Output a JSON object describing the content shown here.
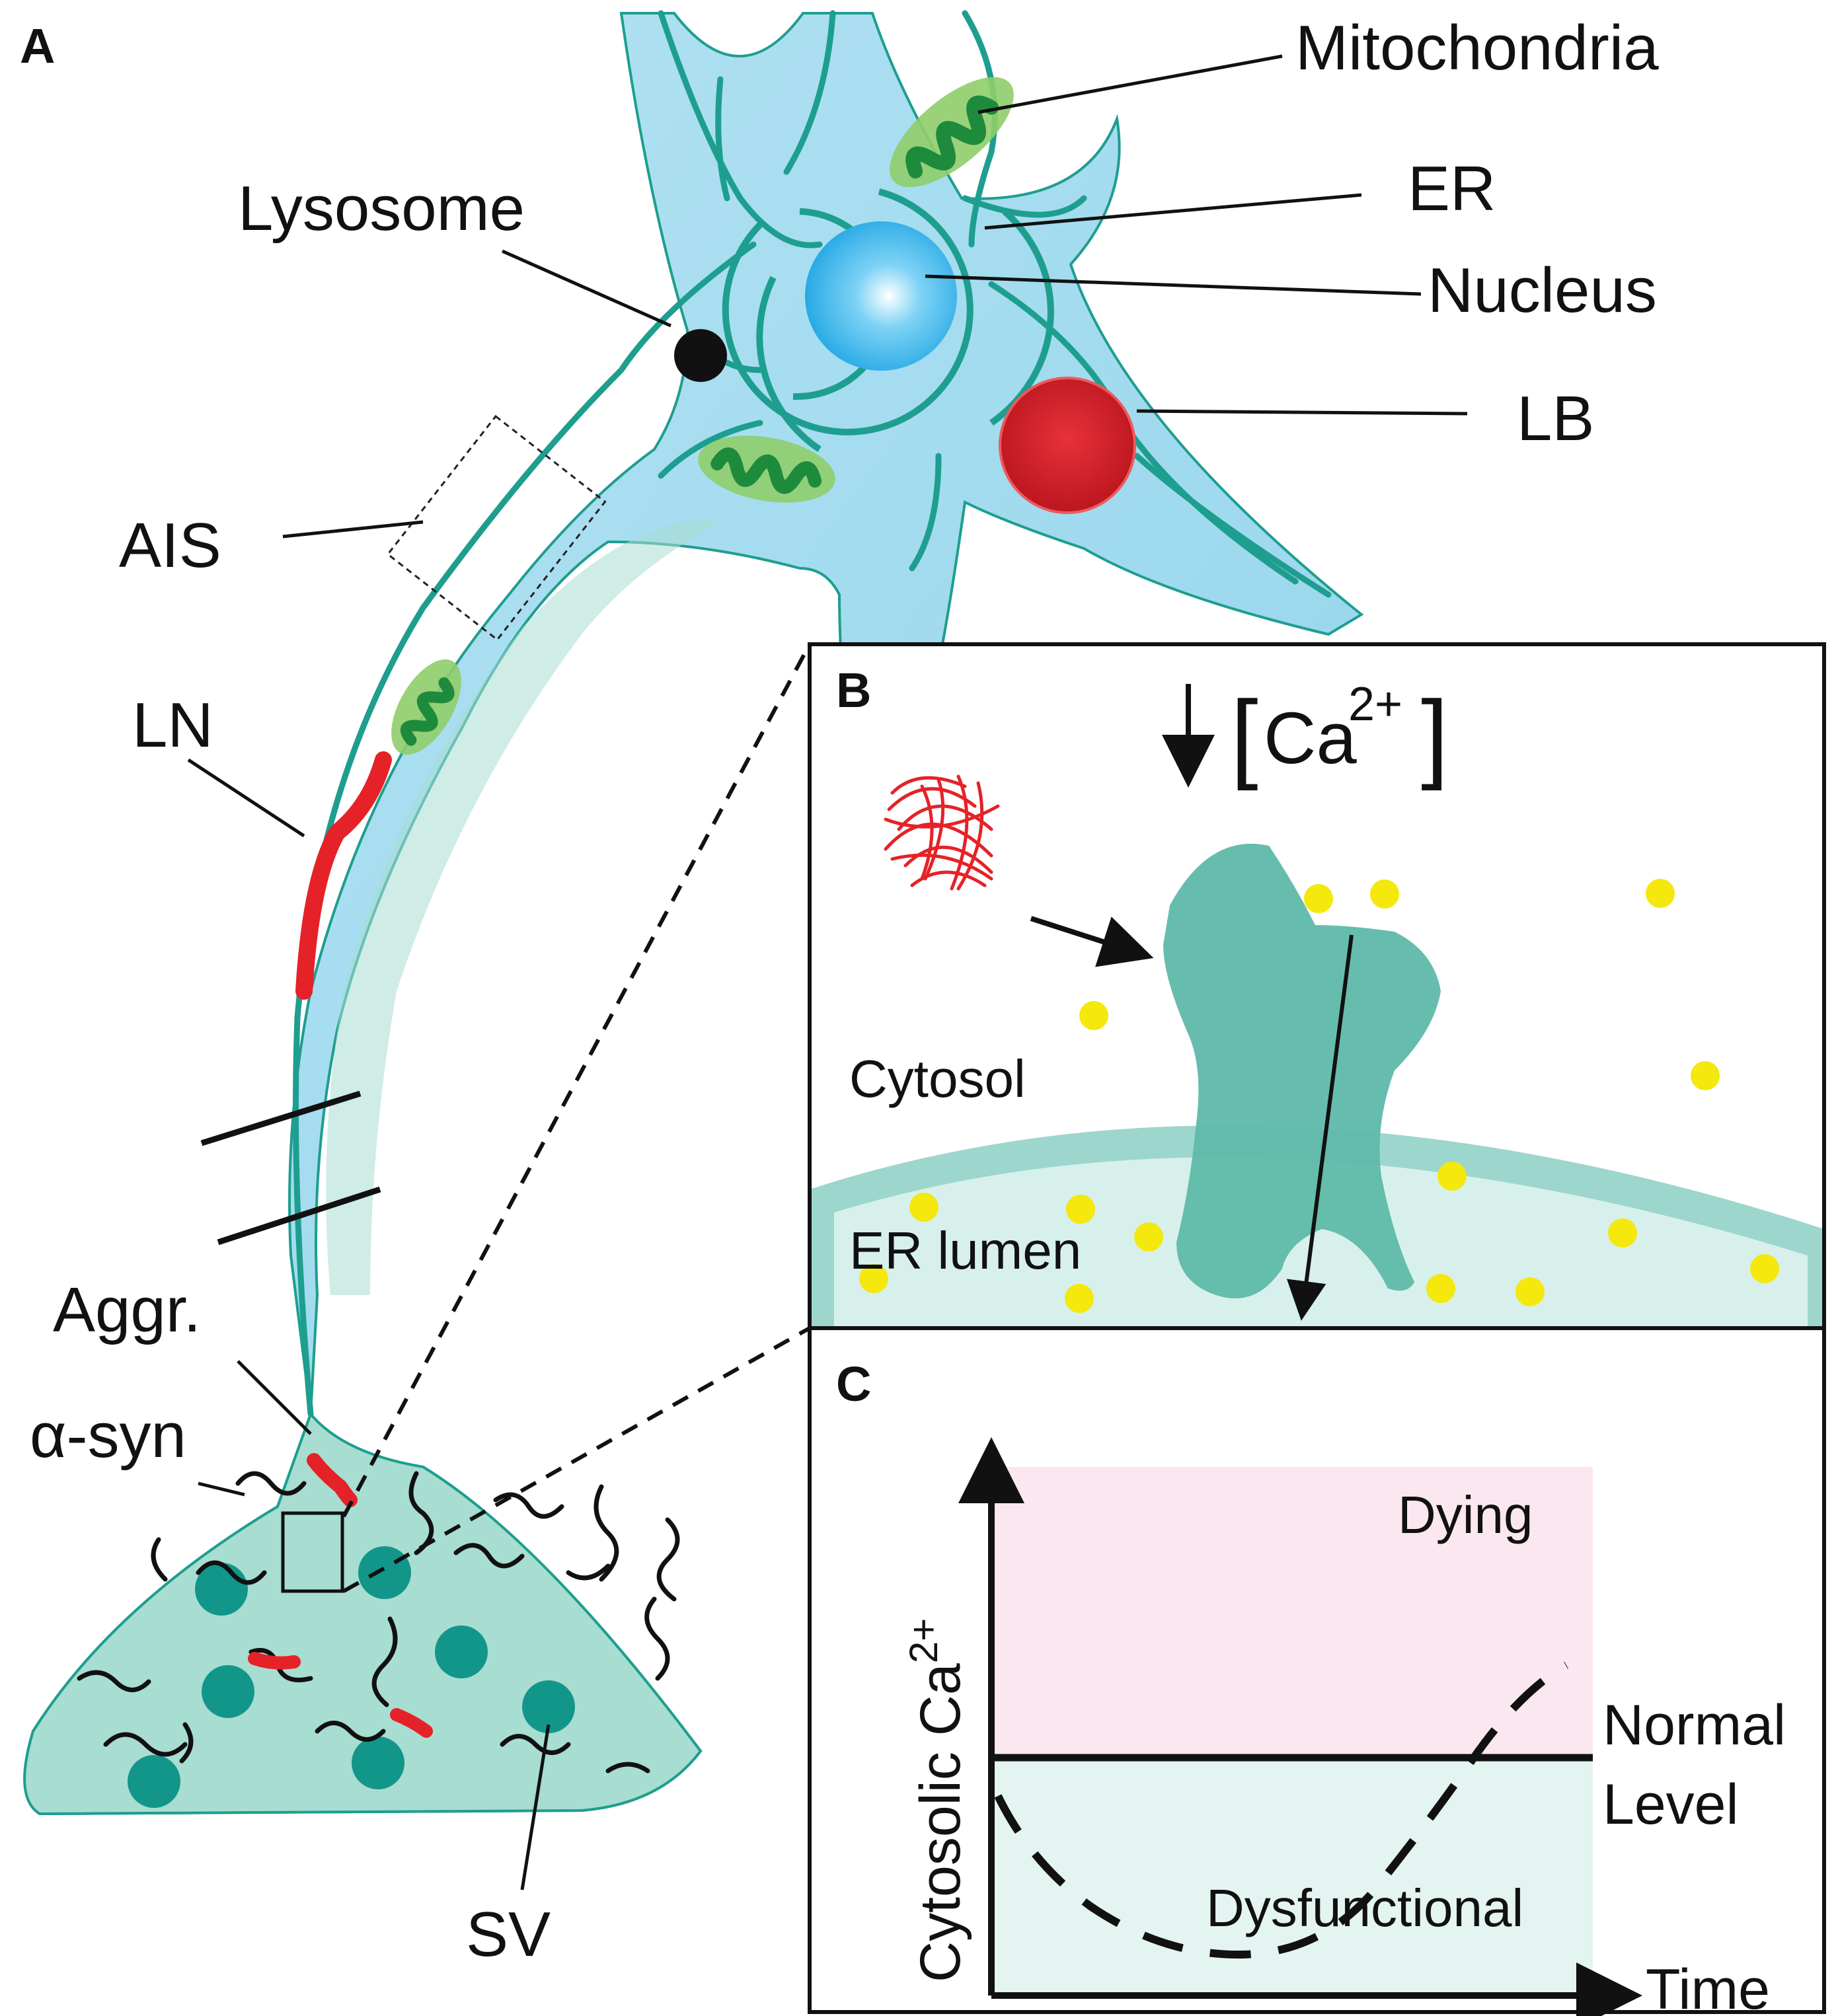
{
  "panels": {
    "a": "A",
    "b": "B",
    "c": "C"
  },
  "labels": {
    "mitochondria": "Mitochondria",
    "er": "ER",
    "nucleus": "Nucleus",
    "lysosome": "Lysosome",
    "lb": "LB",
    "ais": "AIS",
    "ln": "LN",
    "aggr": "Aggr.",
    "asyn": "α-syn",
    "sv": "SV"
  },
  "panel_b": {
    "arrow_glyph": "↓",
    "bracket_open": "[",
    "ca": "Ca",
    "ca_charge": "2+",
    "bracket_close": "]",
    "cytosol": "Cytosol",
    "er_lumen": "ER lumen"
  },
  "panel_c": {
    "y_label": "Cytosolic Ca",
    "y_label_sup": "2+",
    "x_label": "Time",
    "zone_dying": "Dying",
    "zone_dysfunctional": "Dysfunctional",
    "normal_line_1": "Normal",
    "normal_line_2": "Level",
    "colors": {
      "dying": "#fbe7ef",
      "dysfunctional": "#e3f4f1"
    }
  },
  "colors": {
    "cell": "#a7dcee",
    "cell_edge": "#1e9e8f",
    "mito_outer": "#8fcd6a",
    "mito_inner": "#1e8a3c",
    "lb": "#d8232a",
    "terminal": "#a8ddd2",
    "sv": "#13968a",
    "channel": "#5fb9a9",
    "calcium": "#f4e80c"
  }
}
